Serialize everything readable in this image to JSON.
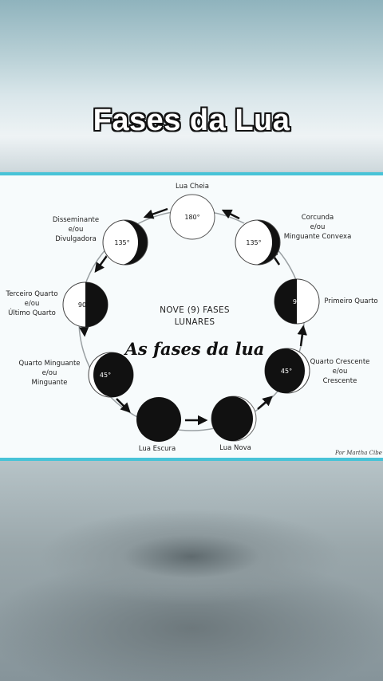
{
  "video": {
    "title": "Fases da Lua"
  },
  "diagram": {
    "center_line1": "NOVE (9) FASES",
    "center_line2": "LUNARES",
    "script_title": "As fases da lua",
    "signature": "Por Martha Cibe",
    "phases": {
      "lua_cheia": {
        "name": "Lua Cheia",
        "angle": "180°"
      },
      "corcunda": {
        "line1": "Corcunda",
        "line2": "e/ou",
        "line3": "Minguante Convexa",
        "angle": "135°"
      },
      "primeiro_quarto": {
        "name": "Primeiro Quarto",
        "angle": "90°"
      },
      "quarto_crescente": {
        "line1": "Quarto Crescente",
        "line2": "e/ou",
        "line3": "Crescente",
        "angle": "45°"
      },
      "lua_nova": {
        "name": "Lua Nova"
      },
      "lua_escura": {
        "name": "Lua Escura"
      },
      "quarto_minguante": {
        "line1": "Quarto Minguante",
        "line2": "e/ou",
        "line3": "Minguante",
        "angle": "45°"
      },
      "terceiro_quarto": {
        "line1": "Terceiro Quarto",
        "line2": "e/ou",
        "line3": "Último Quarto",
        "angle": "90°"
      },
      "disseminante": {
        "line1": "Disseminante",
        "line2": "e/ou",
        "line3": "Divulgadora",
        "angle": "135°"
      }
    }
  }
}
